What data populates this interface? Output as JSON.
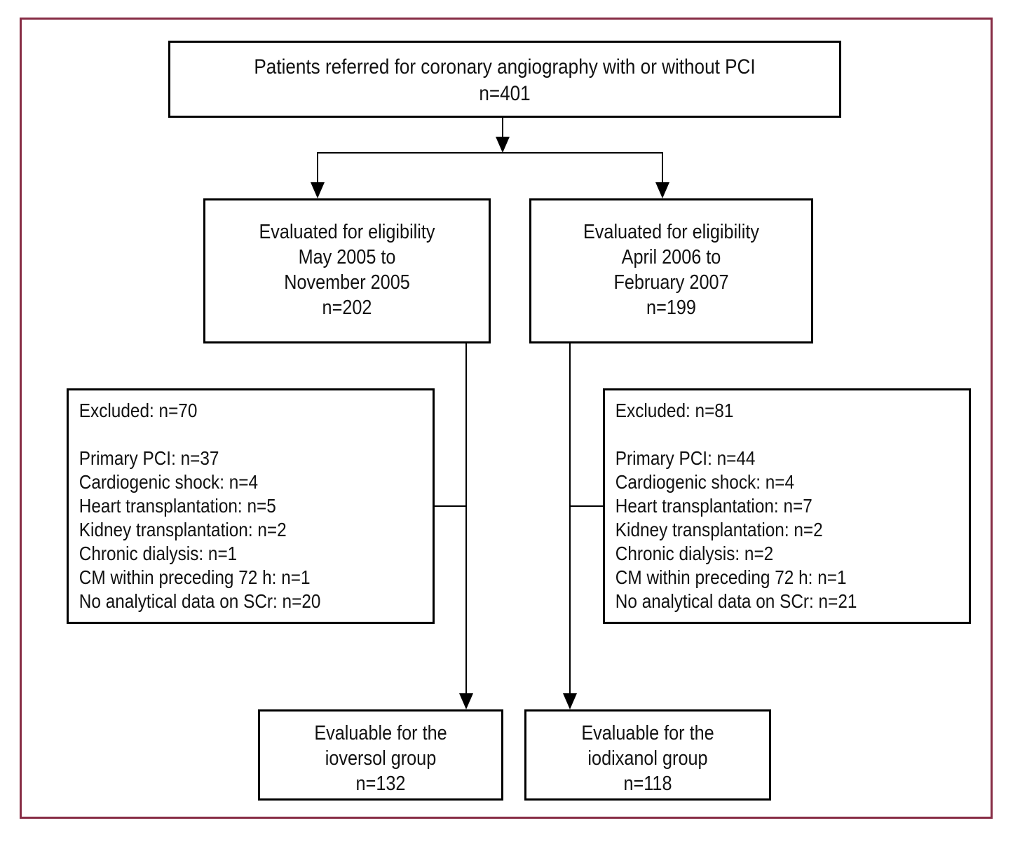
{
  "figure": {
    "type": "patient-flow-diagram",
    "frame_color": "#872c45",
    "line_color": "#000000",
    "top": {
      "lines": [
        "Patients referred for coronary angiography with or without PCI",
        "n=401"
      ]
    },
    "eligibility_left": {
      "lines": [
        "Evaluated for eligibility",
        "May 2005 to",
        "November 2005",
        "n=202"
      ]
    },
    "eligibility_right": {
      "lines": [
        "Evaluated for eligibility",
        "April 2006 to",
        "February 2007",
        "n=199"
      ]
    },
    "excluded_left": {
      "header": "Excluded: n=70",
      "items": [
        "Primary PCI: n=37",
        "Cardiogenic shock: n=4",
        "Heart transplantation: n=5",
        "Kidney transplantation: n=2",
        "Chronic dialysis: n=1",
        "CM within preceding 72 h: n=1",
        "No analytical data on SCr: n=20"
      ]
    },
    "excluded_right": {
      "header": "Excluded: n=81",
      "items": [
        "Primary PCI: n=44",
        "Cardiogenic shock: n=4",
        "Heart transplantation: n=7",
        "Kidney transplantation: n=2",
        "Chronic dialysis: n=2",
        "CM within preceding 72 h: n=1",
        "No analytical data on SCr: n=21"
      ]
    },
    "evaluable_left": {
      "lines": [
        "Evaluable for the",
        "ioversol group",
        "n=132"
      ]
    },
    "evaluable_right": {
      "lines": [
        "Evaluable for the",
        "iodixanol group",
        "n=118"
      ]
    }
  }
}
